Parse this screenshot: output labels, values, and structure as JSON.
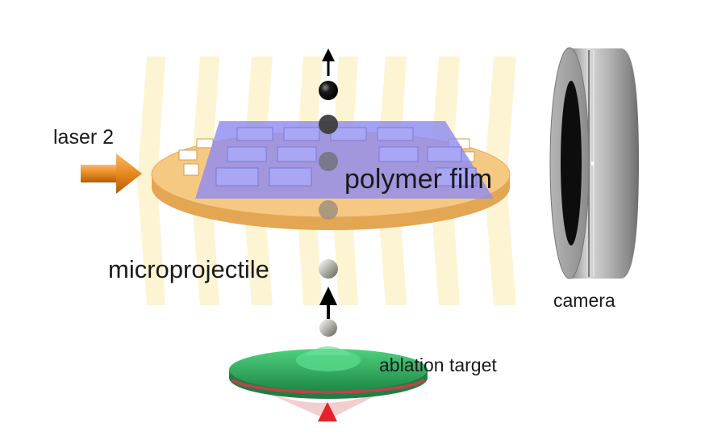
{
  "labels": {
    "laser": "laser 2",
    "polymer": "polymer film",
    "microprojectile": "microprojectile",
    "camera": "camera",
    "ablation": "ablation target"
  },
  "colors": {
    "light_beams": "#fdf3cf",
    "substrate_disc": "#f4c27a",
    "polymer_film": "#8f8cf0",
    "laser_arrow": "#e8891d",
    "ablation_disc": "#3cb56a",
    "ablation_laser": "#e8202a",
    "camera_body": "#a7a7a7",
    "projectile": "#111111"
  }
}
